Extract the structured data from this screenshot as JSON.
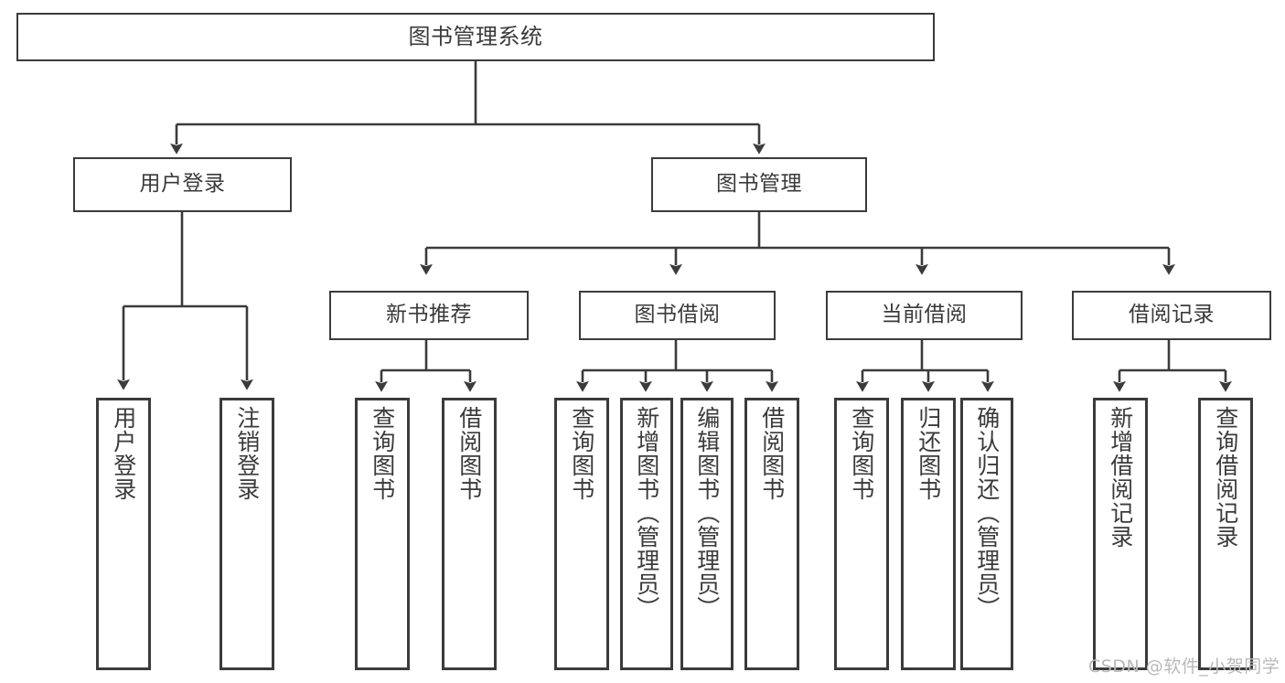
{
  "diagram": {
    "title": "图书管理系统",
    "watermark": "CSDN @软件_小贺同学",
    "stroke_color": "#3b3b3b",
    "text_color": "#3a3a3a",
    "background_color": "#ffffff",
    "watermark_color": "#b9b9b9"
  },
  "nodes": {
    "root": {
      "label": "图书管理系统"
    },
    "level2": [
      {
        "label": "用户登录"
      },
      {
        "label": "图书管理"
      }
    ],
    "level3": [
      {
        "label": "新书推荐"
      },
      {
        "label": "图书借阅"
      },
      {
        "label": "当前借阅"
      },
      {
        "label": "借阅记录"
      }
    ],
    "leaves": {
      "user_login": [
        {
          "label": "用户登录"
        },
        {
          "label": "注销登录"
        }
      ],
      "new_book_recommend": [
        {
          "label": "查询图书"
        },
        {
          "label": "借阅图书"
        }
      ],
      "book_borrow": [
        {
          "label": "查询图书"
        },
        {
          "label": "新增图书（管理员）"
        },
        {
          "label": "编辑图书（管理员）"
        },
        {
          "label": "借阅图书"
        }
      ],
      "current_borrow": [
        {
          "label": "查询图书"
        },
        {
          "label": "归还图书"
        },
        {
          "label": "确认归还（管理员）"
        }
      ],
      "borrow_record": [
        {
          "label": "新增借阅记录"
        },
        {
          "label": "查询借阅记录"
        }
      ]
    }
  }
}
